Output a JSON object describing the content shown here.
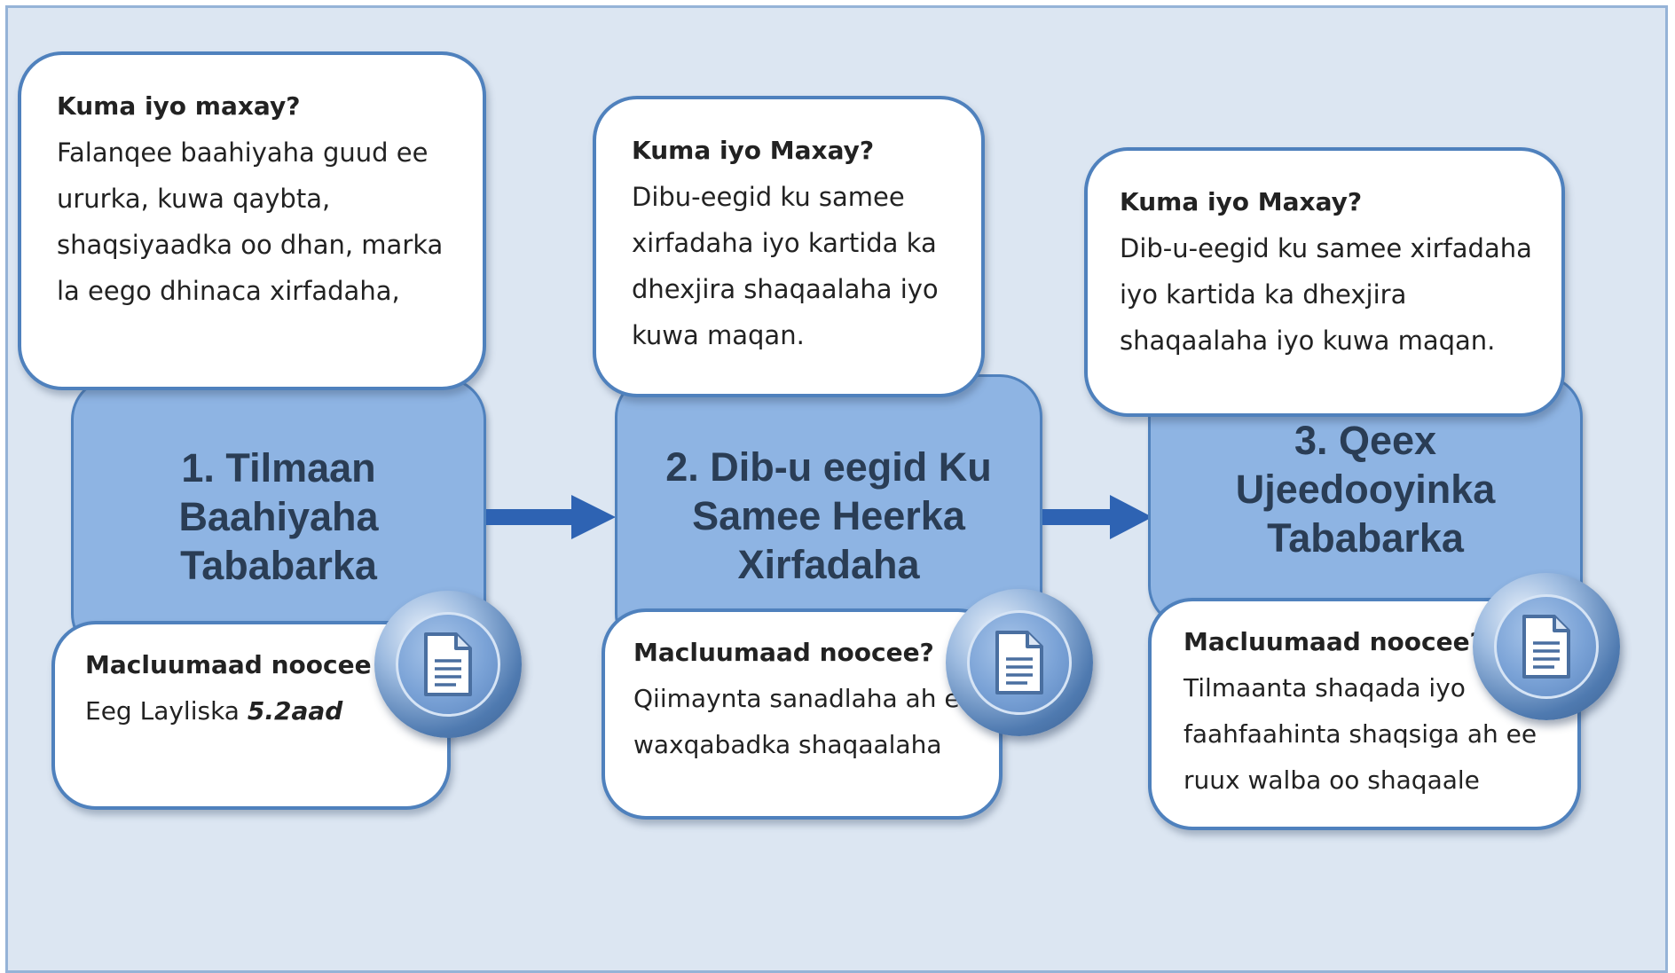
{
  "colors": {
    "background": "#dce6f2",
    "frame": "#95b3d7",
    "step_fill": "#8eb4e3",
    "outline": "#4f81bd",
    "arrow": "#2e63b3",
    "title_text": "#2a3d55"
  },
  "steps": [
    {
      "title": "1. Tilmaan Baahiyaha Tababarka",
      "question": {
        "heading": "Kuma iyo maxay?",
        "body": "Falanqee baahiyaha guud ee ururka, kuwa qaybta, shaqsiyaadka oo dhan, marka la eego dhinaca xirfadaha,"
      },
      "info": {
        "heading": "Macluumaad noocee",
        "body": "Eeg Layliska",
        "emphasis": "5.2aad"
      },
      "icon": "document-icon"
    },
    {
      "title": "2. Dib-u eegid Ku Samee Heerka Xirfadaha",
      "question": {
        "heading": "Kuma iyo Maxay?",
        "body": "Dibu-eegid ku samee xirfadaha iyo kartida ka dhexjira shaqaalaha iyo kuwa maqan."
      },
      "info": {
        "heading": "Macluumaad noocee?",
        "body": "Qiimaynta sanadlaha ah ee waxqabadka shaqaalaha"
      },
      "icon": "document-icon"
    },
    {
      "title": "3. Qeex Ujeedooyinka Tababarka",
      "question": {
        "heading": "Kuma iyo Maxay?",
        "body": "Dib-u-eegid ku samee xirfadaha iyo kartida ka dhexjira shaqaalaha iyo kuwa maqan."
      },
      "info": {
        "heading": "Macluumaad noocee?",
        "body": "Tilmaanta shaqada iyo faahfaahinta shaqsiga ah ee ruux walba oo shaqaale"
      },
      "icon": "document-icon"
    }
  ]
}
